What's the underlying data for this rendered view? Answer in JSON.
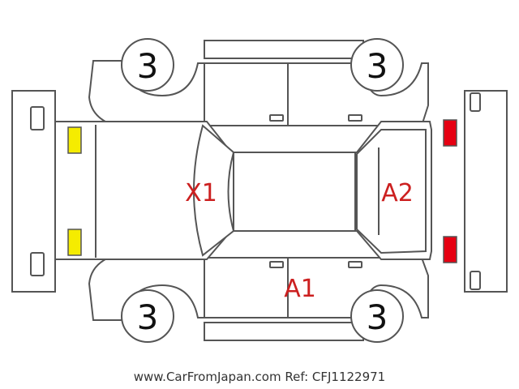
{
  "tires": {
    "front_left": "3",
    "rear_left": "3",
    "front_right": "3",
    "rear_right": "3"
  },
  "damage_marks": {
    "front_area": "X1",
    "rear_glass": "A2",
    "right_door": "A1"
  },
  "lights": {
    "front_color": "#f5ec00",
    "rear_color": "#e60012"
  },
  "footer": {
    "reference": "www.CarFromJapan.com Ref: CFJ1122971"
  }
}
